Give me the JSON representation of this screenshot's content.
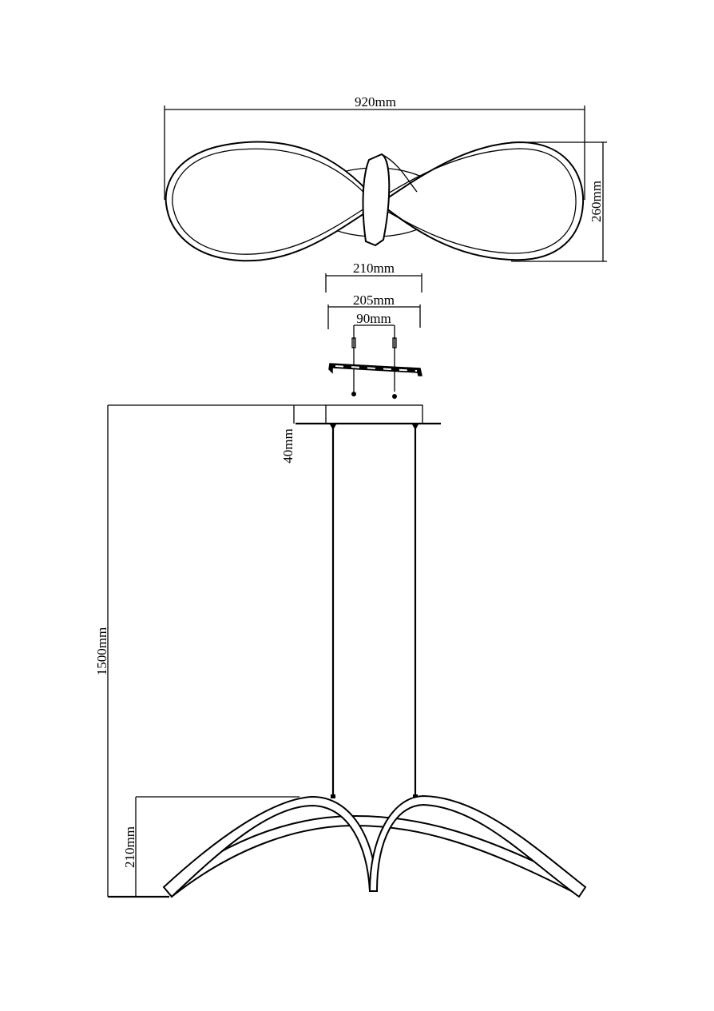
{
  "drawing": {
    "top_view": {
      "width_label": "920mm",
      "depth_label": "260mm"
    },
    "canopy": {
      "diameter_label": "210mm",
      "bracket_length_label": "205mm",
      "screw_spacing_label": "90mm",
      "height_label": "40mm"
    },
    "side_view": {
      "total_height_label": "1500mm",
      "lamp_height_label": "210mm"
    }
  }
}
